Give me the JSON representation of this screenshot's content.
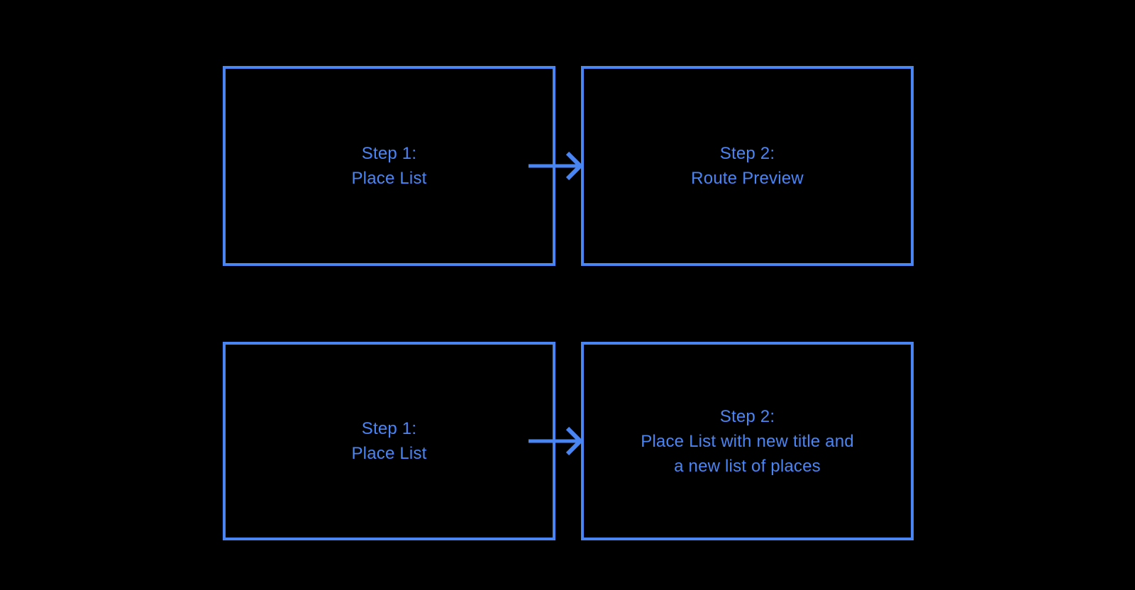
{
  "diagram": {
    "background": "#000000",
    "accent": "#4A85F4",
    "rows": [
      {
        "source": {
          "lines": [
            "Step 1:",
            "Place List"
          ]
        },
        "target": {
          "lines": [
            "Step 2:",
            "Route Preview"
          ]
        }
      },
      {
        "source": {
          "lines": [
            "Step 1:",
            "Place List"
          ]
        },
        "target": {
          "lines": [
            "Step 2:",
            "Place List with new title and",
            "a new list of places"
          ]
        }
      }
    ]
  }
}
